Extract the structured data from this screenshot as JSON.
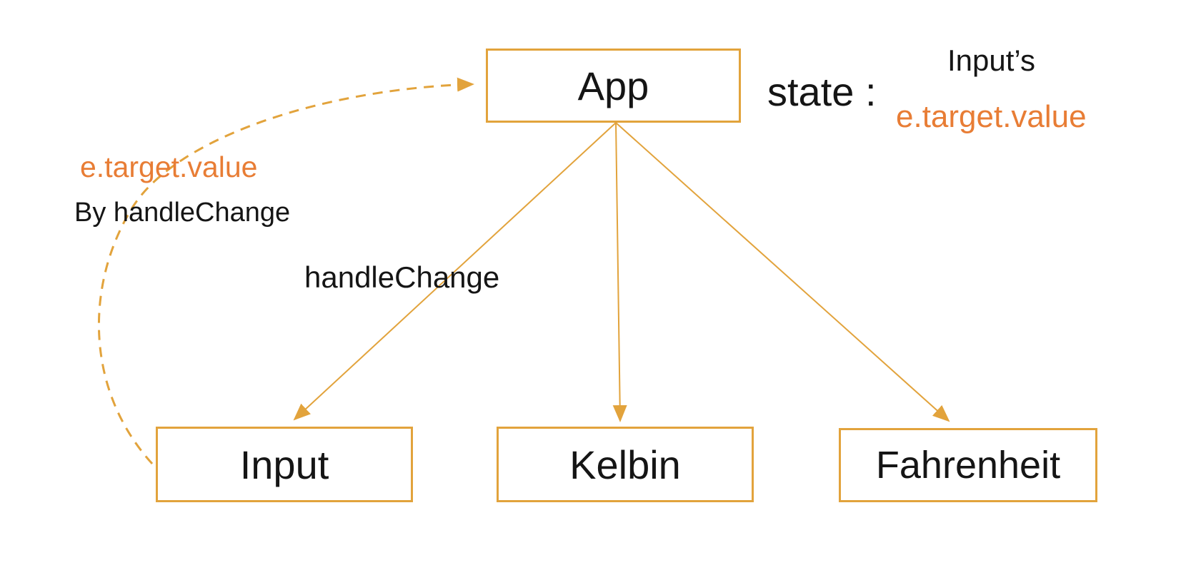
{
  "diagram": {
    "nodes": [
      {
        "id": "app",
        "label": "App"
      },
      {
        "id": "input",
        "label": "Input"
      },
      {
        "id": "kelbin",
        "label": "Kelbin"
      },
      {
        "id": "fahrenheit",
        "label": "Fahrenheit"
      }
    ],
    "annotations": {
      "state_label": "state :",
      "state_owner": "Input’s",
      "state_value": "e.target.value",
      "feedback_value": "e.target.value",
      "feedback_by": "By handleChange",
      "edge_label": "handleChange"
    },
    "edges": [
      {
        "from": "app",
        "to": "input",
        "style": "solid",
        "label": "handleChange"
      },
      {
        "from": "app",
        "to": "kelbin",
        "style": "solid",
        "label": ""
      },
      {
        "from": "app",
        "to": "fahrenheit",
        "style": "solid",
        "label": ""
      },
      {
        "from": "input",
        "to": "app",
        "style": "dashed",
        "label": "e.target.value By handleChange"
      }
    ],
    "colors": {
      "node_border": "#E2A33C",
      "arrow": "#E2A33C",
      "highlight_text": "#E87D35",
      "text": "#151515"
    }
  }
}
